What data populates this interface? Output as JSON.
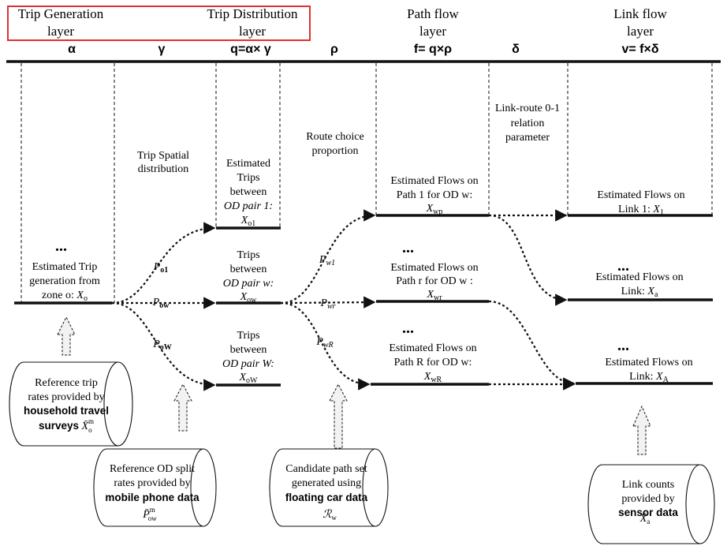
{
  "layers": {
    "trip_generation": [
      "Trip Generation",
      "layer"
    ],
    "trip_distribution": [
      "Trip Distribution",
      "layer"
    ],
    "path_flow": [
      "Path flow",
      "layer"
    ],
    "link_flow": [
      "Link flow",
      "layer"
    ]
  },
  "symbols": {
    "alpha": "α",
    "gamma": "γ",
    "q": "q=α× γ",
    "rho": "ρ",
    "f": "f= q×ρ",
    "delta": "δ",
    "v": "v= f×δ"
  },
  "annotations": {
    "trip_spatial": [
      "Trip Spatial",
      "distribution"
    ],
    "route_choice": [
      "Route choice",
      "proportion"
    ],
    "link_route": [
      "Link-route 0-1",
      "relation",
      "parameter"
    ]
  },
  "nodes": {
    "trip_generation": {
      "lines": [
        "Estimated Trip",
        "generation from",
        "zone o:"
      ],
      "var": "X",
      "sub": "o"
    },
    "od1": {
      "lines": [
        "Estimated",
        "Trips",
        "between",
        "OD pair 1:"
      ],
      "var": "X",
      "sub": "o1"
    },
    "odw": {
      "lines": [
        "Trips",
        "between",
        "OD pair w:"
      ],
      "var": "X",
      "sub": "ow"
    },
    "odW": {
      "lines": [
        "Trips",
        "between",
        "OD pair W:"
      ],
      "var": "X",
      "sub": "oW"
    },
    "path1": {
      "lines": [
        "Estimated Flows on",
        "Path 1  for OD w:"
      ],
      "var": "X",
      "sub": "wp"
    },
    "pathr": {
      "lines": [
        "Estimated Flows on",
        "Path r  for OD w :"
      ],
      "var": "X",
      "sub": "wr"
    },
    "pathR": {
      "lines": [
        "Estimated Flows on",
        "Path R for OD w:"
      ],
      "var": "X",
      "sub": "wR"
    },
    "link1": {
      "lines": [
        "Estimated Flows on",
        "Link 1:"
      ],
      "var": "X",
      "sub": "1"
    },
    "linka": {
      "lines": [
        "Estimated Flows on",
        "Link:"
      ],
      "var": "X",
      "sub": "a"
    },
    "linkA": {
      "lines": [
        "Estimated Flows on",
        "Link:"
      ],
      "var": "X",
      "sub": "A"
    }
  },
  "edge_labels": {
    "p_o1": {
      "base": "P",
      "sub": "o1"
    },
    "p_ow": {
      "base": "P",
      "sub": "ow"
    },
    "p_oW": {
      "base": "P",
      "sub": "oW"
    },
    "p_w1": {
      "base": "P",
      "sub": "w1"
    },
    "p_wr": {
      "base": "P",
      "sub": "wr"
    },
    "p_wR": {
      "base": "P",
      "sub": "wR"
    }
  },
  "ellipsis": "...",
  "data_sources": {
    "household": {
      "lines": [
        "Reference trip",
        "rates provided by"
      ],
      "bold": [
        "household travel",
        "surveys"
      ],
      "symbol": "X̄",
      "sub": "o",
      "sup": "m"
    },
    "mobile": {
      "lines": [
        "Reference OD split",
        "rates provided by"
      ],
      "bold": [
        "mobile phone data"
      ],
      "symbol": "P̄",
      "sub": "ow",
      "sup": "m"
    },
    "floating": {
      "lines": [
        "Candidate path set",
        "generated using"
      ],
      "bold": [
        "floating car data"
      ],
      "symbol": "ℛ",
      "sub": "w"
    },
    "sensor": {
      "lines": [
        "Link counts",
        "provided by"
      ],
      "bold": [
        "sensor data"
      ],
      "symbol": "X̄",
      "sub": "a"
    }
  },
  "colors": {
    "highlight": "#e03030",
    "line": "#111111",
    "arrow_fill": "#f2f2f2"
  }
}
